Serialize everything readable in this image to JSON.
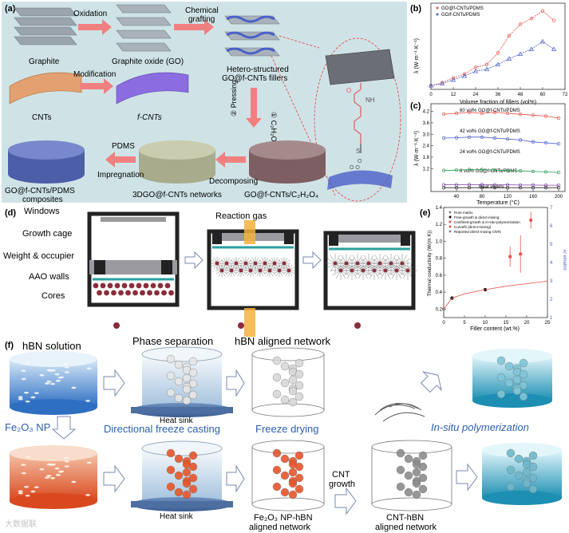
{
  "panel_a": {
    "label": "(a)",
    "oxidation": "Oxidation",
    "chemical_grafting_1": "Chemical",
    "chemical_grafting_2": "grafting",
    "graphite": "Graphite",
    "graphite_oxide": "Graphite oxide (GO)",
    "modification": "Modification",
    "hetero_1": "Hetero-structured",
    "hetero_2": "GO@f-CNTs fillers",
    "cnts": "CNTs",
    "fcnts": "f-CNTs",
    "step_pressing": "② Pressing",
    "step_c2h2o4": "① C₂H₂O₄",
    "pdms": "PDMS",
    "impregnation": "Impregnation",
    "decomposing": "Decomposing",
    "composites_1": "GO@f-CNTs/PDMS",
    "composites_2": "composites",
    "networks": "3DGO@f-CNTs networks",
    "go_c2h2o4": "GO@f-CNTs/C₂H₂O₄",
    "chem_O": "O",
    "chem_NH": "NH",
    "chem_Si": "Si",
    "chem_O2": "O",
    "chem_O3": "O  O"
  },
  "panel_b": {
    "label": "(b)",
    "ylabel": "λ (W·m⁻¹·K⁻¹)",
    "xlabel": "Volume fraction of fillers (vol%)"
  },
  "panel_c": {
    "label": "(c)",
    "ylabel": "λ (W·m⁻¹·K⁻¹)",
    "xlabel": "Temperature (°C)",
    "ann_60": "60 vol% GO@f-CNTs/PDMS",
    "ann_42": "42 vol% GO@f-CNTs/PDMS",
    "ann_24": "24 vol% GO@f-CNTs/PDMS",
    "ann_6": "6 vol% GO@f-CNTs/PDMS",
    "ann_neat": "Neat PDMS"
  },
  "panel_d": {
    "label": "(d)",
    "windows": "Windows",
    "growth_cage": "Growth cage",
    "weight": "Weight & occupier",
    "aao": "AAO walls",
    "cores": "Cores",
    "reaction_gas": "Reaction gas"
  },
  "panel_e": {
    "label": "(e)",
    "ylabel": "Thermal conductivity (W/(m K))",
    "y2label": "κ/ κmatrix",
    "xlabel": "Filler content (wt.%)"
  },
  "panel_f": {
    "label": "(f)",
    "hbn_solution": "hBN solution",
    "phase_separation": "Phase separation",
    "hbn_aligned": "hBN aligned network",
    "fe2o3_np": "Fe₂O₃ NP",
    "directional_freeze": "Directional freeze casting",
    "freeze_drying": "Freeze drying",
    "in_situ": "In-situ polymerization",
    "heat_sink_1": "Heat sink",
    "heat_sink_2": "Heat sink",
    "cnt_growth_1": "CNT",
    "cnt_growth_2": "growth",
    "fe2o3_hbn_1": "Fe₂O₃ NP-hBN",
    "fe2o3_hbn_2": "aligned network",
    "cnt_hbn_1": "CNT-hBN",
    "cnt_hbn_2": "aligned network"
  },
  "watermark": "大数据联",
  "colors": {
    "panel_a_bg": "#cfe3e6",
    "arrow_pink": "#f08080",
    "series_red": "#e8534a",
    "series_blue": "#4a5fc8",
    "blue_text": "#2b5fb0",
    "orange": "#e8552a"
  },
  "chart_data": [
    {
      "panel": "b",
      "type": "line",
      "xlabel": "Volume fraction of fillers (vol%)",
      "ylabel": "λ (W·m⁻¹·K⁻¹)",
      "xlim": [
        0,
        72
      ],
      "ylim": [
        0,
        4.5
      ],
      "xticks": [
        0,
        12,
        24,
        36,
        48,
        60,
        72
      ],
      "series": [
        {
          "name": "GO@f-CNTs/PDMS",
          "color": "#e8534a",
          "marker": "circle",
          "x": [
            0,
            6,
            12,
            18,
            24,
            30,
            36,
            42,
            48,
            54,
            60,
            66
          ],
          "y": [
            0.2,
            0.35,
            0.6,
            0.8,
            1.15,
            1.3,
            1.9,
            2.8,
            3.4,
            3.7,
            4.1,
            3.6
          ]
        },
        {
          "name": "GO/f-CNTs/PDMS",
          "color": "#4a5fc8",
          "marker": "triangle",
          "x": [
            0,
            6,
            12,
            18,
            24,
            30,
            36,
            42,
            48,
            54,
            60,
            66
          ],
          "y": [
            0.2,
            0.3,
            0.5,
            0.7,
            0.95,
            1.05,
            1.3,
            1.6,
            1.85,
            2.1,
            2.5,
            2.1
          ]
        }
      ]
    },
    {
      "panel": "c",
      "type": "line",
      "xlabel": "Temperature (°C)",
      "ylabel": "λ (W·m⁻¹·K⁻¹)",
      "xlim": [
        0,
        210
      ],
      "ylim": [
        0,
        4.6
      ],
      "xticks": [
        40,
        80,
        120,
        160,
        200
      ],
      "yticks": [
        1.2,
        1.8,
        2.4,
        3.0,
        3.6,
        4.2
      ],
      "x": [
        20,
        40,
        60,
        80,
        100,
        120,
        140,
        160,
        180,
        200
      ],
      "series": [
        {
          "name": "60 vol% GO@f-CNTs/PDMS",
          "color": "#e8534a",
          "y": [
            4.05,
            4.1,
            4.15,
            4.1,
            4.15,
            4.1,
            4.05,
            4.0,
            3.95,
            3.85
          ]
        },
        {
          "name": "42 vol% GO@f-CNTs/PDMS",
          "color": "#4a5fc8",
          "y": [
            2.8,
            2.82,
            2.85,
            2.85,
            2.8,
            2.75,
            2.7,
            2.6,
            2.55,
            2.5
          ]
        },
        {
          "name": "24 vol% GO@f-CNTs/PDMS",
          "color": "#2a9a55",
          "y": [
            1.1,
            1.12,
            1.15,
            1.15,
            1.12,
            1.1,
            1.08,
            1.05,
            1.03,
            1.0
          ]
        },
        {
          "name": "6 vol% GO@f-CNTs/PDMS",
          "color": "#7b3fa0",
          "y": [
            0.35,
            0.35,
            0.36,
            0.36,
            0.35,
            0.35,
            0.34,
            0.34,
            0.33,
            0.33
          ]
        },
        {
          "name": "Neat PDMS",
          "color": "#222222",
          "y": [
            0.2,
            0.2,
            0.2,
            0.2,
            0.2,
            0.2,
            0.2,
            0.2,
            0.2,
            0.2
          ]
        }
      ]
    },
    {
      "panel": "e",
      "type": "scatter",
      "xlabel": "Filler content (wt.%)",
      "ylabel": "Thermal conductivity (W/(m K))",
      "y2label": "κ/ κmatrix",
      "xlim": [
        0,
        25
      ],
      "ylim": [
        0.1,
        1.4
      ],
      "y2lim": [
        1,
        7
      ],
      "xticks": [
        0,
        5,
        10,
        15,
        20,
        25
      ],
      "yticks": [
        0.2,
        0.4,
        0.6,
        0.8,
        1.0,
        1.2,
        1.4
      ],
      "y2ticks": [
        1,
        2,
        3,
        4,
        5,
        6,
        7
      ],
      "series": [
        {
          "name": "Pure matrix",
          "color": "#888888",
          "x": [
            0
          ],
          "y": [
            0.2
          ]
        },
        {
          "name": "Free-growth & direct-mixing",
          "color": "#111111",
          "x": [
            2,
            10
          ],
          "y": [
            0.33,
            0.43
          ]
        },
        {
          "name": "Confined-growth & in-situ-polymerization",
          "color": "#e8534a",
          "x": [
            16,
            18.5,
            21
          ],
          "y": [
            0.82,
            0.85,
            1.25
          ],
          "yerr": [
            0.12,
            0.22,
            0.1
          ]
        },
        {
          "name": "Curvefit (direct-mixing)",
          "color": "#e8534a",
          "line": true,
          "x": [
            0,
            2,
            5,
            10,
            15,
            20,
            25
          ],
          "y": [
            0.2,
            0.33,
            0.38,
            0.43,
            0.47,
            0.5,
            0.53
          ]
        },
        {
          "name": "Reported direct-mixing CNTs",
          "color": "#888888",
          "x": [],
          "y": []
        }
      ]
    }
  ]
}
